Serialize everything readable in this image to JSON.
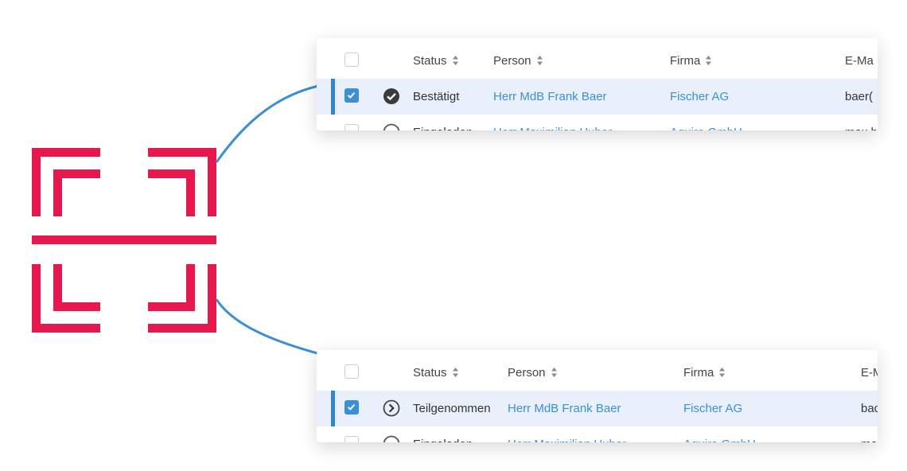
{
  "colors": {
    "scanner": "#e8174d",
    "arrow": "#3a8fd6",
    "link": "#3a8fd6",
    "selected_row_bg": "#e9f0fb",
    "selected_accent": "#2f86d1",
    "checkbox_checked": "#3a8fd6"
  },
  "icons": {
    "scanner": "qr-scan-frame-icon",
    "confirmed": "check-circle-icon",
    "attended": "chevron-right-circle-icon",
    "invited": "empty-circle-icon",
    "sort": "sort-arrows-icon"
  },
  "table_before": {
    "columns": {
      "status": "Status",
      "person": "Person",
      "company": "Firma",
      "email": "E-Ma"
    },
    "selected_row": {
      "checked": true,
      "status": "Bestätigt",
      "person": "Herr MdB Frank Baer",
      "company": "Fischer AG",
      "email": "baer("
    },
    "next_row": {
      "checked": false,
      "status": "Eingeladen",
      "person": "Herr Maximilian Huber",
      "company": "Aguire GmbH",
      "email": "max.h"
    }
  },
  "table_after": {
    "columns": {
      "status": "Status",
      "person": "Person",
      "company": "Firma",
      "email": "E-M"
    },
    "selected_row": {
      "checked": true,
      "status": "Teilgenommen",
      "person": "Herr MdB Frank Baer",
      "company": "Fischer AG",
      "email": "bac"
    },
    "next_row": {
      "checked": false,
      "status": "Eingeladen",
      "person": "Herr Maximilian Huber",
      "company": "Aguire GmbH",
      "email": "ma"
    }
  }
}
